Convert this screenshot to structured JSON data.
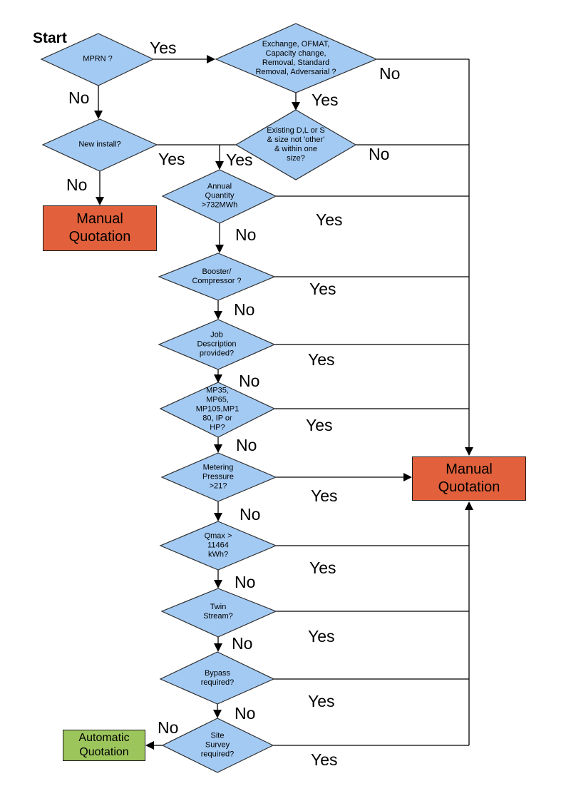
{
  "header": {
    "start_label": "Start"
  },
  "colors": {
    "decision_fill": "#A3CAF3",
    "decision_border": "#2e2e2e",
    "manual_fill": "#E2613C",
    "auto_fill": "#9CC55C",
    "box_border": "#1a1a1a",
    "line": "#000000"
  },
  "nodes": {
    "mprn": {
      "label": "MPRN ?"
    },
    "exchange": {
      "label": "Exchange, OFMAT, Capacity change, Removal, Standard Removal, Adversarial ?"
    },
    "new_install": {
      "label": "New install?"
    },
    "existing": {
      "label": "Existing D,L or S & size not 'other' & within one size?"
    },
    "annual": {
      "label": "Annual Quantity >732MWh"
    },
    "booster": {
      "label": "Booster/ Compressor ?"
    },
    "job": {
      "label": "Job Description provided?"
    },
    "mp": {
      "label": "MP35, MP65, MP105,MP180, IP or HP?"
    },
    "metering": {
      "label": "Metering Pressure >21?"
    },
    "qmax": {
      "label": "Qmax > 11464 kWh?"
    },
    "twin": {
      "label": "Twin Stream?"
    },
    "bypass": {
      "label": "Bypass required?"
    },
    "site": {
      "label": "Site Survey required?"
    }
  },
  "terminals": {
    "manual_left": "Manual Quotation",
    "manual_right": "Manual Quotation",
    "automatic": "Automatic Quotation"
  },
  "edges": {
    "mprn_yes": "Yes",
    "mprn_no": "No",
    "exchange_yes": "Yes",
    "exchange_no": "No",
    "new_install_yes": "Yes",
    "new_install_no": "No",
    "existing_yes": "Yes",
    "existing_no": "No",
    "annual_yes": "Yes",
    "annual_no": "No",
    "booster_yes": "Yes",
    "booster_no": "No",
    "job_yes": "Yes",
    "job_no": "No",
    "mp_yes": "Yes",
    "mp_no": "No",
    "metering_yes": "Yes",
    "metering_no": "No",
    "qmax_yes": "Yes",
    "qmax_no": "No",
    "twin_yes": "Yes",
    "twin_no": "No",
    "bypass_yes": "Yes",
    "bypass_no": "No",
    "site_yes": "Yes",
    "site_no": "No"
  }
}
